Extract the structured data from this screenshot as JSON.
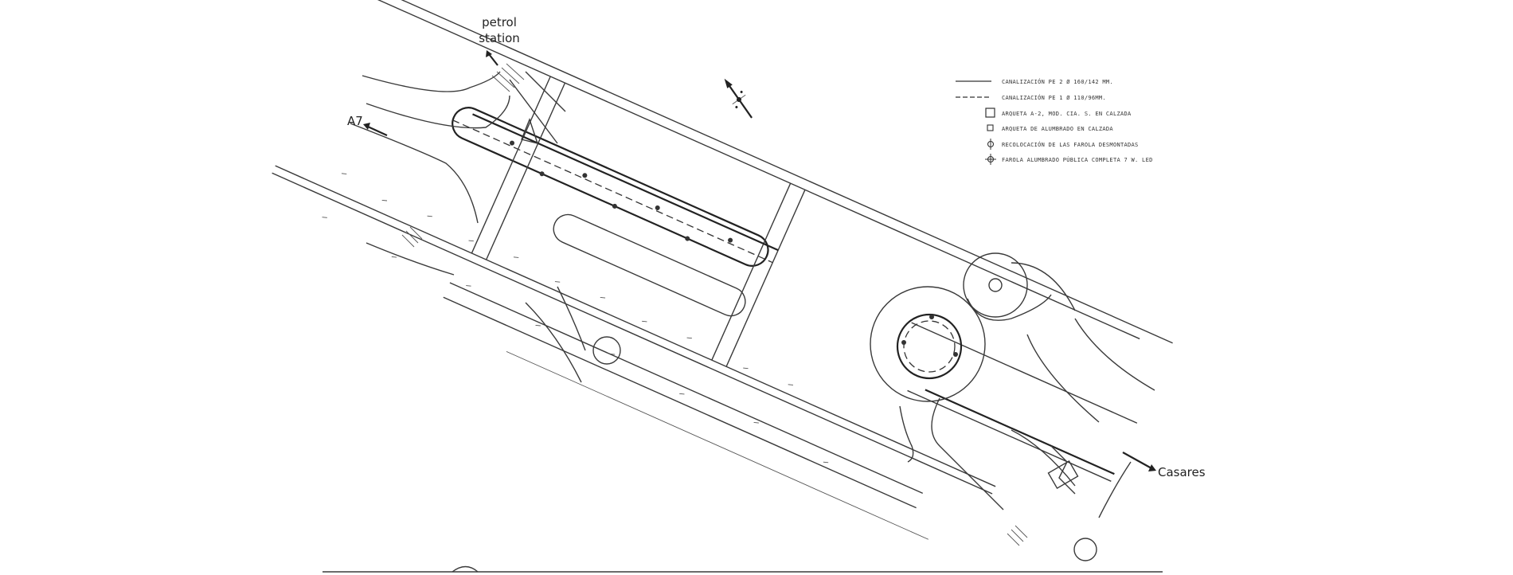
{
  "labels": {
    "petrol_line1": "petrol",
    "petrol_line2": "station",
    "a7": "A7",
    "casares": "Casares"
  },
  "legend": [
    {
      "symbol": "solid-line",
      "text": "CANALIZACIÓN PE 2 Ø 160/142 MM."
    },
    {
      "symbol": "dashed-line",
      "text": "CANALIZACIÓN PE 1 Ø 110/96MM."
    },
    {
      "symbol": "large-square",
      "text": "ARQUETA A-2, MOD. CIA. S. EN CALZADA"
    },
    {
      "symbol": "small-square",
      "text": "ARQUETA DE ALUMBRADO EN CALZADA"
    },
    {
      "symbol": "lamp-relocated",
      "text": "RECOLOCACIÓN DE LAS FAROLA DESMONTADAS"
    },
    {
      "symbol": "lamp-new",
      "text": "FAROLA ALUMBRADO PÚBLICA COMPLETA 7 W. LED"
    }
  ],
  "colors": {
    "ink": "#3a3a3a",
    "paper": "#ffffff"
  }
}
